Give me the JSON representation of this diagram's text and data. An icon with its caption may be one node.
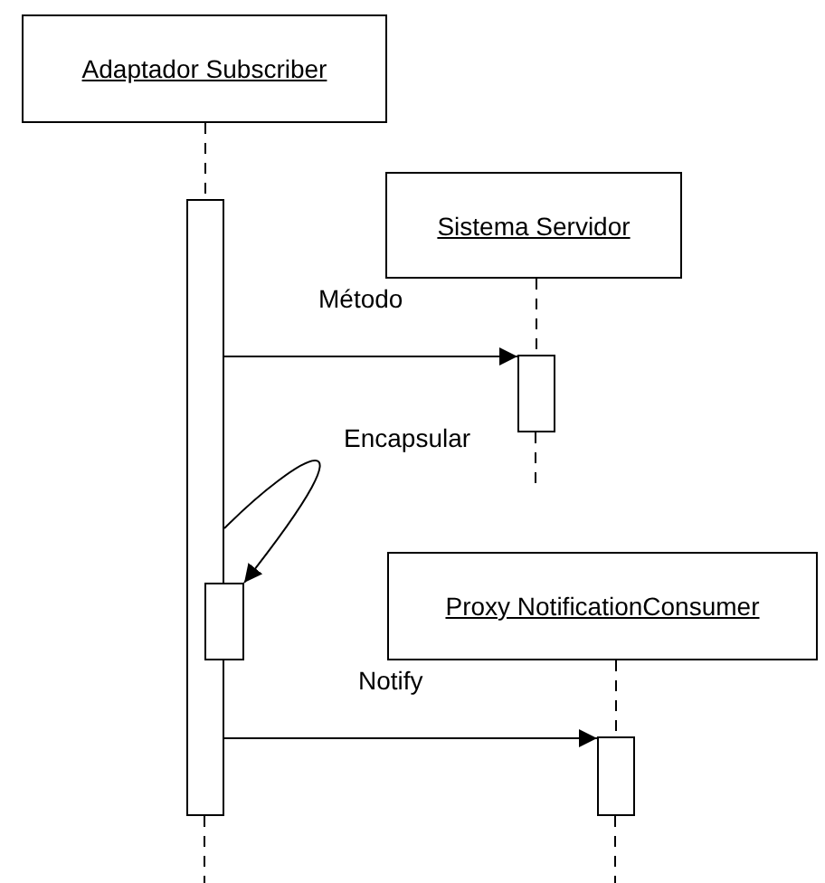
{
  "diagram": {
    "nodes": [
      {
        "text": [
          "Adaptador Subscriber"
        ]
      },
      {
        "text": [
          "Sistema Servidor"
        ]
      },
      {
        "text": [
          "Proxy NotificationConsumer"
        ]
      },
      {
        "text": [],
        "shape": "bar"
      },
      {
        "text": [],
        "shape": "bar"
      },
      {
        "text": [],
        "shape": "bar"
      },
      {
        "text": [],
        "shape": "bar"
      }
    ],
    "edges": [
      {
        "from": 0,
        "to": 3,
        "arrow": "none",
        "style": "dashed"
      },
      {
        "from": 1,
        "to": 4,
        "arrow": "none",
        "style": "dashed"
      },
      {
        "from": 2,
        "to": 6,
        "arrow": "none",
        "style": "dashed"
      },
      {
        "from": 3,
        "to": 4,
        "arrow": "to",
        "label": "Método"
      },
      {
        "from": 3,
        "to": 5,
        "arrow": "to",
        "label": "Encapsular"
      },
      {
        "from": 3,
        "to": 6,
        "arrow": "to",
        "label": "Notify"
      }
    ]
  }
}
